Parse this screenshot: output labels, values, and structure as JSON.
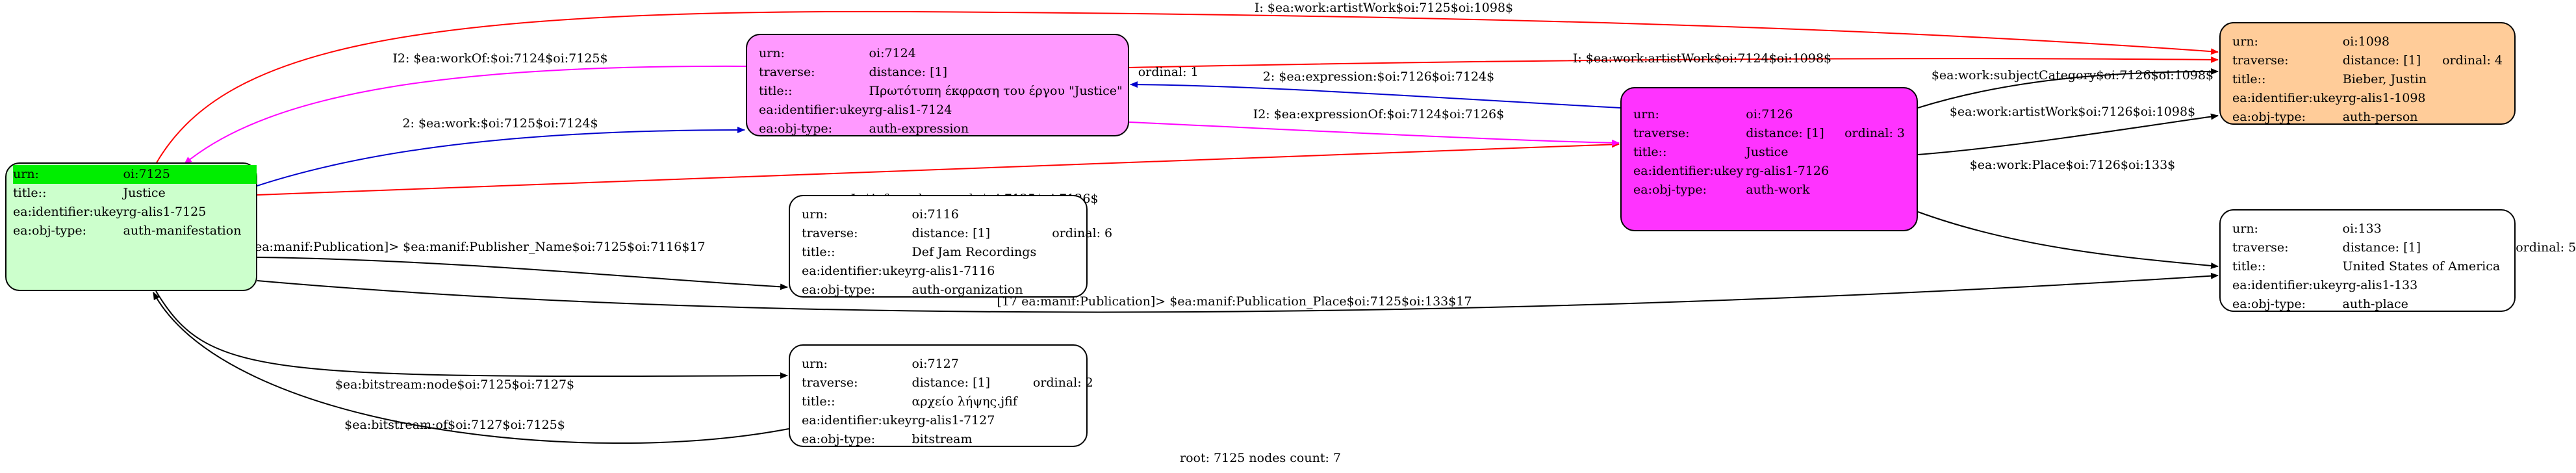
{
  "nodes": [
    {
      "id": "7125",
      "rows": [
        [
          "urn:",
          "oi:7125",
          ""
        ],
        [
          "title::",
          "Justice",
          ""
        ],
        [
          "ea:identifier:ukey",
          "rg-alis1-7125",
          ""
        ],
        [
          "ea:obj-type:",
          "auth-manifestation",
          ""
        ]
      ],
      "fill": "#ccffcc",
      "highlight_first": true
    },
    {
      "id": "7124",
      "rows": [
        [
          "urn:",
          "oi:7124",
          ""
        ],
        [
          "traverse:",
          "distance: [1]",
          "ordinal: 1"
        ],
        [
          "title::",
          "Πρωτότυπη έκφραση του έργου \"Justice\"",
          ""
        ],
        [
          "ea:identifier:ukey",
          "rg-alis1-7124",
          ""
        ],
        [
          "ea:obj-type:",
          "auth-expression",
          ""
        ]
      ],
      "fill": "#ff99ff",
      "highlight_first": false
    },
    {
      "id": "7126",
      "rows": [
        [
          "urn:",
          "oi:7126",
          ""
        ],
        [
          "traverse:",
          "distance: [1]",
          "ordinal: 3"
        ],
        [
          "title::",
          "Justice",
          ""
        ],
        [
          "ea:identifier:ukey",
          "rg-alis1-7126",
          ""
        ],
        [
          "ea:obj-type:",
          "auth-work",
          ""
        ]
      ],
      "fill": "#ff33ff",
      "highlight_first": false
    },
    {
      "id": "1098",
      "rows": [
        [
          "urn:",
          "oi:1098",
          ""
        ],
        [
          "traverse:",
          "distance: [1]",
          "ordinal: 4"
        ],
        [
          "title::",
          "Bieber, Justin",
          ""
        ],
        [
          "ea:identifier:ukey",
          "rg-alis1-1098",
          ""
        ],
        [
          "ea:obj-type:",
          "auth-person",
          ""
        ]
      ],
      "fill": "#ffcc99",
      "highlight_first": false
    },
    {
      "id": "7116",
      "rows": [
        [
          "urn:",
          "oi:7116",
          ""
        ],
        [
          "traverse:",
          "distance: [1]",
          "ordinal: 6"
        ],
        [
          "title::",
          "Def Jam Recordings",
          ""
        ],
        [
          "ea:identifier:ukey",
          "rg-alis1-7116",
          ""
        ],
        [
          "ea:obj-type:",
          "auth-organization",
          ""
        ]
      ],
      "fill": "#ffffff",
      "highlight_first": false
    },
    {
      "id": "133",
      "rows": [
        [
          "urn:",
          "oi:133",
          ""
        ],
        [
          "traverse:",
          "distance: [1]",
          "ordinal: 5"
        ],
        [
          "title::",
          "United States of America",
          ""
        ],
        [
          "ea:identifier:ukey",
          "rg-alis1-133",
          ""
        ],
        [
          "ea:obj-type:",
          "auth-place",
          ""
        ]
      ],
      "fill": "#ffffff",
      "highlight_first": false
    },
    {
      "id": "7127",
      "rows": [
        [
          "urn:",
          "oi:7127",
          ""
        ],
        [
          "traverse:",
          "distance: [1]",
          "ordinal: 2"
        ],
        [
          "title::",
          "αρχείο λήψης.jfif",
          ""
        ],
        [
          "ea:identifier:ukey",
          "rg-alis1-7127",
          ""
        ],
        [
          "ea:obj-type:",
          "bitstream",
          ""
        ]
      ],
      "fill": "#ffffff",
      "highlight_first": false
    }
  ],
  "edges": [
    {
      "label": "I: $ea:work:artistWork$oi:7125$oi:1098$",
      "color": "#ff0000"
    },
    {
      "label": "I2: $ea:workOf:$oi:7124$oi:7125$",
      "color": "#ff00ff"
    },
    {
      "label": "2: $ea:work:$oi:7125$oi:7124$",
      "color": "#0000cc"
    },
    {
      "label": "I: $inferred:ea:work:$oi:7125$oi:7126$",
      "color": "#ff0000"
    },
    {
      "label": "[17 ea:manif:Publication]> $ea:manif:Publisher_Name$oi:7125$oi:7116$17",
      "color": "#000000"
    },
    {
      "label": "[17 ea:manif:Publication]> $ea:manif:Publication_Place$oi:7125$oi:133$17",
      "color": "#000000"
    },
    {
      "label": "$ea:bitstream:node$oi:7125$oi:7127$",
      "color": "#000000"
    },
    {
      "label": "$ea:bitstream:of$oi:7127$oi:7125$",
      "color": "#000000"
    },
    {
      "label": "I: $ea:work:artistWork$oi:7124$oi:1098$",
      "color": "#ff0000"
    },
    {
      "label": "2: $ea:expression:$oi:7126$oi:7124$",
      "color": "#0000cc"
    },
    {
      "label": "I2: $ea:expressionOf:$oi:7124$oi:7126$",
      "color": "#ff00ff"
    },
    {
      "label": "$ea:work:subjectCategory$oi:7126$oi:1098$",
      "color": "#000000"
    },
    {
      "label": "$ea:work:artistWork$oi:7126$oi:1098$",
      "color": "#000000"
    },
    {
      "label": "$ea:work:Place$oi:7126$oi:133$",
      "color": "#000000"
    }
  ],
  "footer": "root: 7125 nodes count: 7"
}
